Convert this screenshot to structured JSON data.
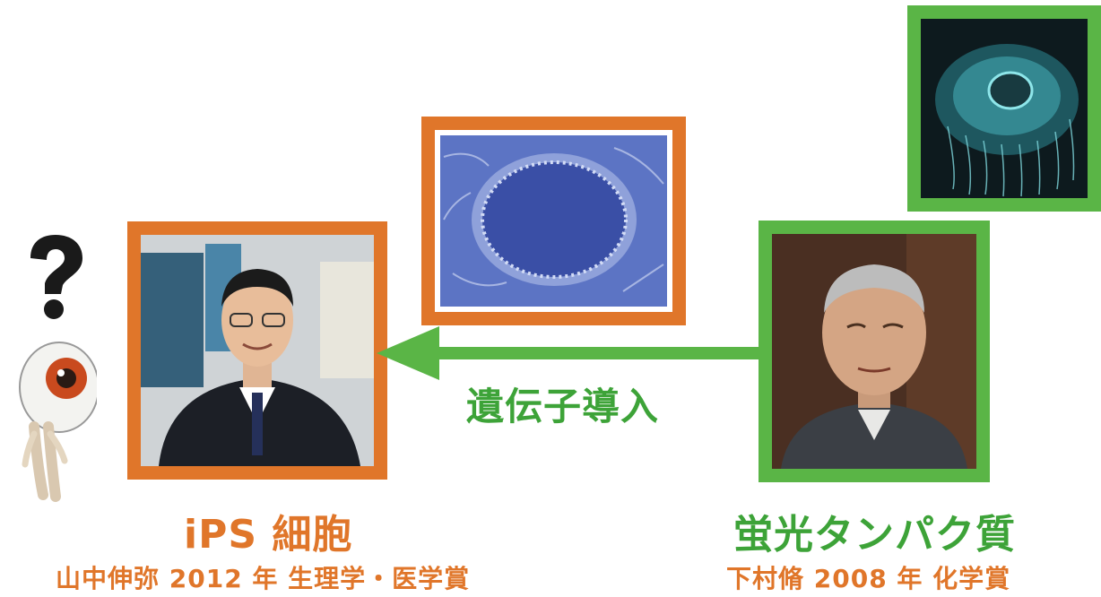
{
  "colors": {
    "orange": "#e0762a",
    "green": "#5ab546",
    "green_text": "#3da338",
    "black": "#1a1a1a"
  },
  "icons": {
    "question": "question-mark-icon",
    "mascot": "eyeball-mascot-icon",
    "arrow": "arrow-left-icon"
  },
  "images": {
    "yamanaka": "portrait-photo-young-scientist",
    "cells": "ips-cell-colony-micrograph",
    "shimomura": "portrait-photo-elder-scientist",
    "jellyfish": "jellyfish-photo"
  },
  "left": {
    "title": "iPS 細胞",
    "subtitle": "山中伸弥 2012 年 生理学・医学賞"
  },
  "right": {
    "title": "蛍光タンパク質",
    "subtitle": "下村脩 2008 年 化学賞"
  },
  "arrow": {
    "label": "遺伝子導入"
  }
}
